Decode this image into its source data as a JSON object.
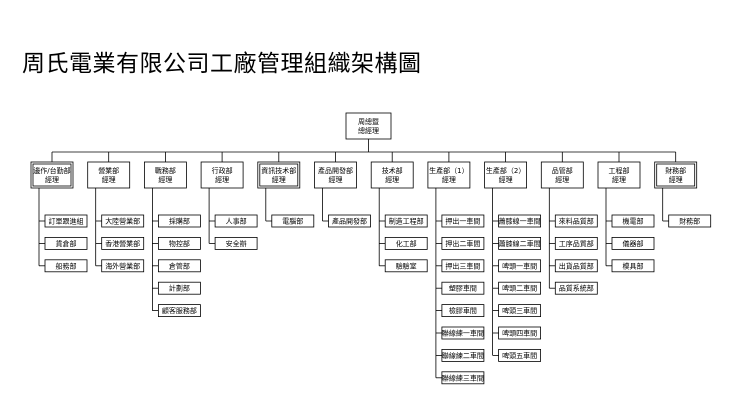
{
  "title": "周氏電業有限公司工廠管理組織架構圖",
  "root": {
    "lines": [
      "周總暨",
      "總經理"
    ]
  },
  "departments": [
    {
      "lines": [
        "邊作/台勤部",
        "經理"
      ],
      "double": true,
      "children": [
        "訂單跟進組",
        "貨倉部",
        "船務部"
      ]
    },
    {
      "lines": [
        "營業部",
        "經理"
      ],
      "double": false,
      "children": [
        "大陸營業部",
        "香港營業部",
        "海外營業部"
      ]
    },
    {
      "lines": [
        "戰務部",
        "經理"
      ],
      "double": false,
      "children": [
        "採購部",
        "物控部",
        "倉管部",
        "計劃部",
        "顧客服務部"
      ]
    },
    {
      "lines": [
        "行政部",
        "經理"
      ],
      "double": false,
      "children": [
        "人事部",
        "安全辦"
      ]
    },
    {
      "lines": [
        "資訊技术部",
        "經理"
      ],
      "double": true,
      "children": [
        "電腦部"
      ]
    },
    {
      "lines": [
        "產品開發部",
        "經理"
      ],
      "double": false,
      "children": [
        "產品開發部"
      ]
    },
    {
      "lines": [
        "技术部",
        "經理"
      ],
      "double": false,
      "children": [
        "制造工程部",
        "化工部",
        "驗驗室"
      ]
    },
    {
      "lines": [
        "生產部（1）",
        "經理"
      ],
      "double": false,
      "children": [
        "押出一車間",
        "押出二車間",
        "押出三車間",
        "塑膠車間",
        "檢膠車間",
        "聯線練一車間",
        "聯線練二車間",
        "聯線練三車間"
      ]
    },
    {
      "lines": [
        "生產部（2）",
        "經理"
      ],
      "double": false,
      "children": [
        "蕭膝線一車間",
        "蕭膝線二車間",
        "啤頭一車間",
        "啤頭二車間",
        "啤頭三車間",
        "啤頭四車間",
        "啤頭五車間"
      ]
    },
    {
      "lines": [
        "品管部",
        "經理"
      ],
      "double": false,
      "children": [
        "來料品質部",
        "工序品質部",
        "出貨品質部",
        "品質系統部"
      ]
    },
    {
      "lines": [
        "工程部",
        "經理"
      ],
      "double": false,
      "children": [
        "機電部",
        "儀器部",
        "模具部"
      ]
    },
    {
      "lines": [
        "財務部",
        "經理"
      ],
      "double": true,
      "children": [
        "財務部"
      ]
    }
  ]
}
